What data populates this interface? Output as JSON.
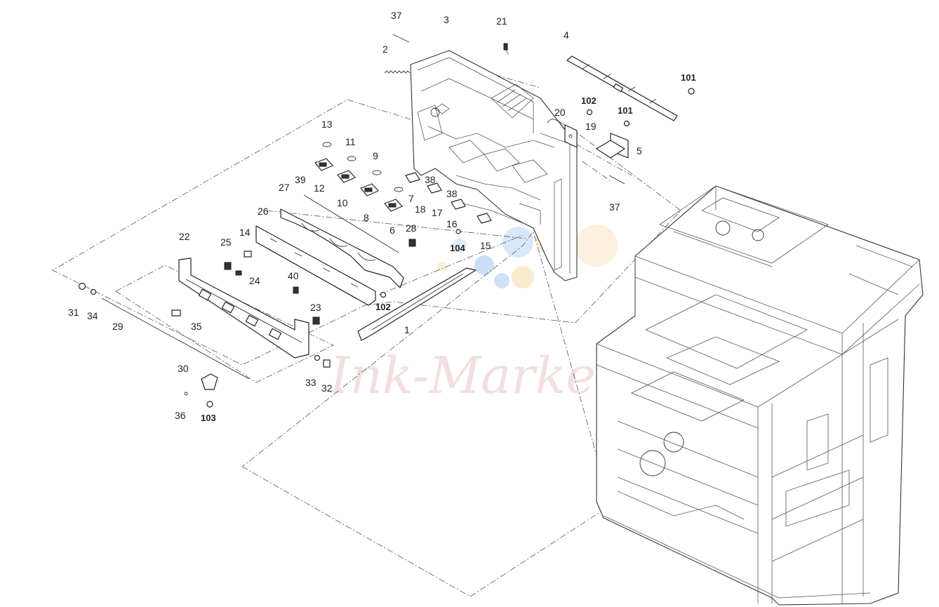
{
  "watermark": {
    "text": "Ink-Market",
    "dot_colors": [
      "#a9c8ee",
      "#f9d9a8",
      "#c9def6",
      "#fbe4c0"
    ]
  },
  "callouts": [
    {
      "id": "37",
      "text": "37",
      "bold": false
    },
    {
      "id": "3",
      "text": "3",
      "bold": false
    },
    {
      "id": "21",
      "text": "21",
      "bold": false
    },
    {
      "id": "2",
      "text": "2",
      "bold": false
    },
    {
      "id": "4",
      "text": "4",
      "bold": false
    },
    {
      "id": "101a",
      "text": "101",
      "bold": true
    },
    {
      "id": "102a",
      "text": "102",
      "bold": true
    },
    {
      "id": "101b",
      "text": "101",
      "bold": true
    },
    {
      "id": "20",
      "text": "20",
      "bold": false
    },
    {
      "id": "19",
      "text": "19",
      "bold": false
    },
    {
      "id": "5",
      "text": "5",
      "bold": false
    },
    {
      "id": "13",
      "text": "13",
      "bold": false
    },
    {
      "id": "11",
      "text": "11",
      "bold": false
    },
    {
      "id": "9",
      "text": "9",
      "bold": false
    },
    {
      "id": "12",
      "text": "12",
      "bold": false
    },
    {
      "id": "10",
      "text": "10",
      "bold": false
    },
    {
      "id": "38a",
      "text": "38",
      "bold": false
    },
    {
      "id": "7",
      "text": "7",
      "bold": false
    },
    {
      "id": "8",
      "text": "8",
      "bold": false
    },
    {
      "id": "18",
      "text": "18",
      "bold": false
    },
    {
      "id": "17",
      "text": "17",
      "bold": false
    },
    {
      "id": "38b",
      "text": "38",
      "bold": false
    },
    {
      "id": "37b",
      "text": "37",
      "bold": false
    },
    {
      "id": "39",
      "text": "39",
      "bold": false
    },
    {
      "id": "27",
      "text": "27",
      "bold": false
    },
    {
      "id": "26",
      "text": "26",
      "bold": false
    },
    {
      "id": "6",
      "text": "6",
      "bold": false
    },
    {
      "id": "28",
      "text": "28",
      "bold": false
    },
    {
      "id": "16",
      "text": "16",
      "bold": false
    },
    {
      "id": "104",
      "text": "104",
      "bold": true
    },
    {
      "id": "15",
      "text": "15",
      "bold": false
    },
    {
      "id": "22",
      "text": "22",
      "bold": false
    },
    {
      "id": "14",
      "text": "14",
      "bold": false
    },
    {
      "id": "25",
      "text": "25",
      "bold": false
    },
    {
      "id": "24",
      "text": "24",
      "bold": false
    },
    {
      "id": "40",
      "text": "40",
      "bold": false
    },
    {
      "id": "102b",
      "text": "102",
      "bold": true
    },
    {
      "id": "1",
      "text": "1",
      "bold": false
    },
    {
      "id": "31",
      "text": "31",
      "bold": false
    },
    {
      "id": "34",
      "text": "34",
      "bold": false
    },
    {
      "id": "29",
      "text": "29",
      "bold": false
    },
    {
      "id": "35",
      "text": "35",
      "bold": false
    },
    {
      "id": "23",
      "text": "23",
      "bold": false
    },
    {
      "id": "30",
      "text": "30",
      "bold": false
    },
    {
      "id": "33",
      "text": "33",
      "bold": false
    },
    {
      "id": "32",
      "text": "32",
      "bold": false
    },
    {
      "id": "36",
      "text": "36",
      "bold": false
    },
    {
      "id": "103",
      "text": "103",
      "bold": true
    }
  ]
}
